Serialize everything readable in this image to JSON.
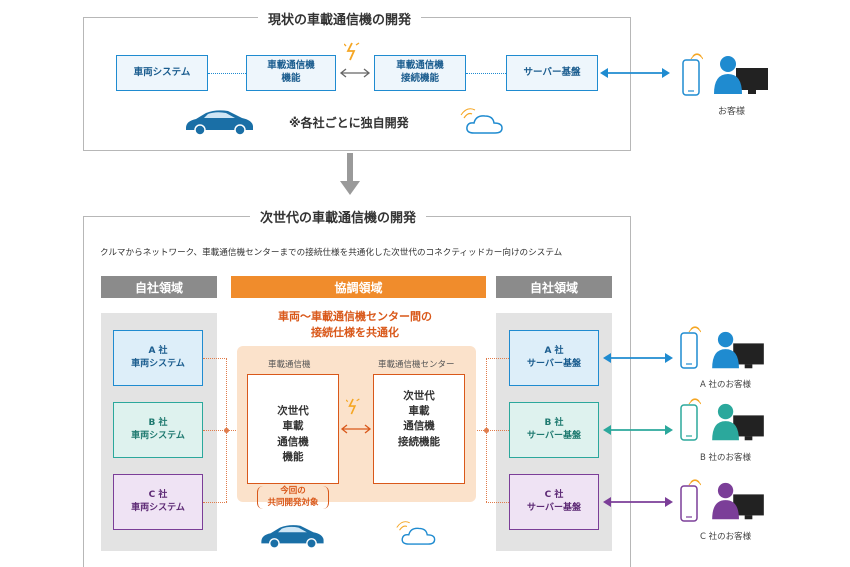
{
  "current": {
    "title": "現状の車載通信機の開発",
    "boxes": [
      "車両システム",
      "車載通信機\n機能",
      "車載通信機\n接続機能",
      "サーバー基盤"
    ],
    "note": "※各社ごとに独自開発",
    "customer": "お客様"
  },
  "next": {
    "title": "次世代の車載通信機の開発",
    "description": "クルマからネットワーク、車載通信機センターまでの接続仕様を共通化した次世代のコネクティッドカー向けのシステム",
    "left_header": "自社領域",
    "center_header": "協調領域",
    "right_header": "自社領域",
    "headline": "車両〜車載通信機センター間の\n接続仕様を共通化",
    "vehicle_boxes": [
      "A 社\n車両システム",
      "B 社\n車両システム",
      "C 社\n車両システム"
    ],
    "server_boxes": [
      "A 社\nサーバー基盤",
      "B 社\nサーバー基盤",
      "C 社\nサーバー基盤"
    ],
    "onboard_label": "車載通信機",
    "center_label": "車載通信機センター",
    "onboard_box": "次世代\n車載\n通信機\n機能",
    "onboard_tag": "今回の\n共同開発対象",
    "center_box": "次世代\n車載\n通信機\n接続機能",
    "customers": [
      "A 社のお客様",
      "B 社のお客様",
      "C 社のお客様"
    ]
  },
  "colors": {
    "blue": "#1f8bd0",
    "teal": "#2ba89c",
    "purple": "#7b3e98",
    "orange": "#f08c2c",
    "red": "#d9581a",
    "gray": "#8b8b8b",
    "car": "#1a6fa6"
  },
  "icons": [
    "car-icon",
    "cloud-wifi-icon",
    "lightning-icon",
    "smartphone-icon",
    "person-icon",
    "monitor-icon",
    "arrow-down-icon"
  ]
}
